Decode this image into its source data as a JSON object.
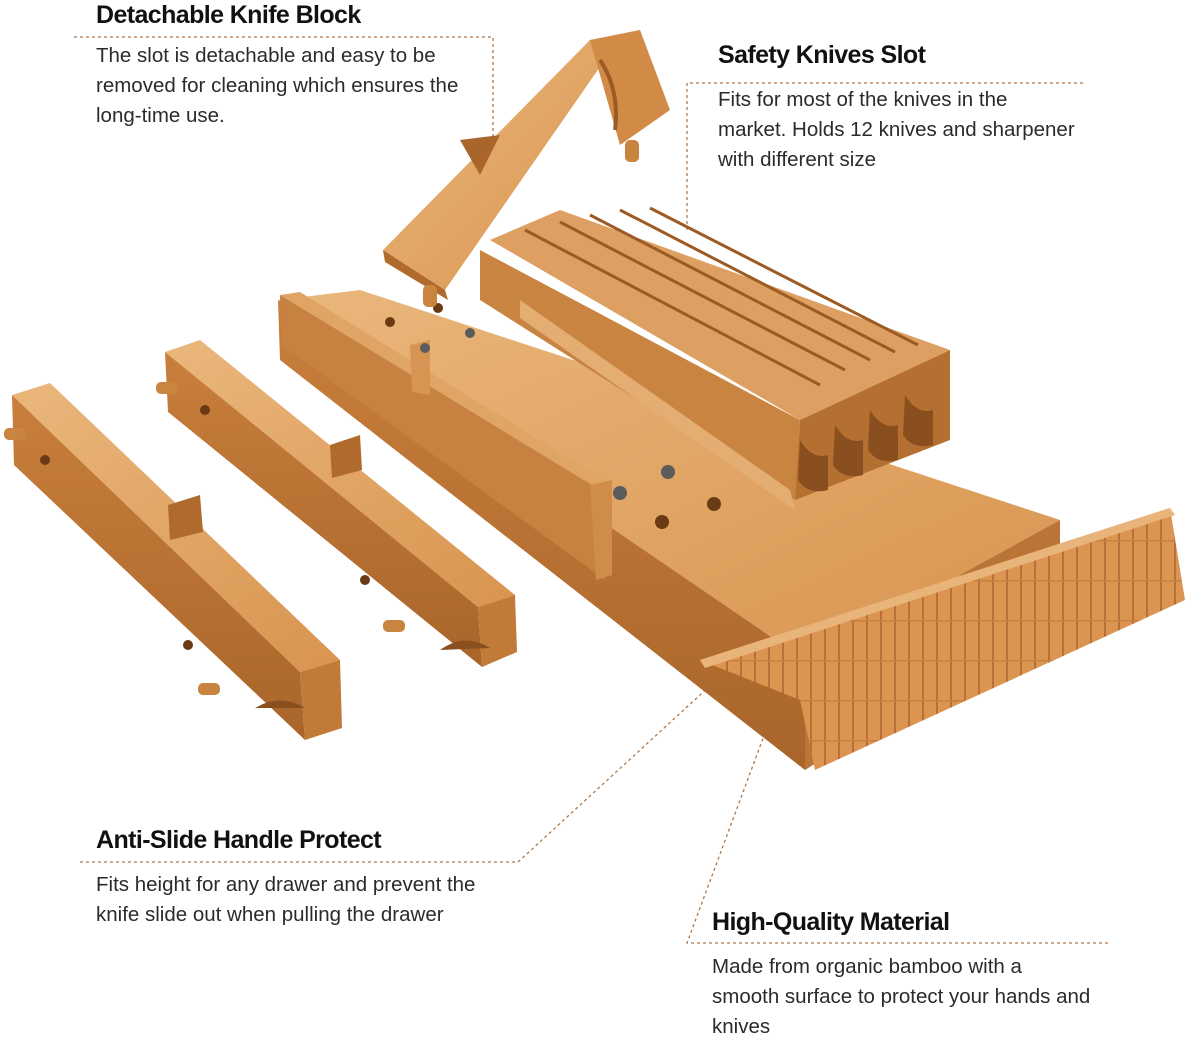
{
  "callouts": {
    "detachable": {
      "title": "Detachable Knife Block",
      "body": "The slot is detachable and easy to be removed for cleaning which ensures the long-time use."
    },
    "safety": {
      "title": "Safety Knives Slot",
      "body": "Fits for most of the knives in the market. Holds 12 knives and sharpener with different size"
    },
    "antislide": {
      "title": "Anti-Slide Handle Protect",
      "body": "Fits height for any drawer and prevent the knife slide out when pulling the drawer"
    },
    "material": {
      "title": "High-Quality Material",
      "body": "Made from organic bamboo with a smooth surface to protect your hands and knives"
    }
  },
  "colors": {
    "bamboo_light": "#e3a86a",
    "bamboo_mid": "#cf8a46",
    "bamboo_dark": "#a9652a",
    "bamboo_shadow": "#8a4f1f",
    "leader_line": "#b07848"
  }
}
